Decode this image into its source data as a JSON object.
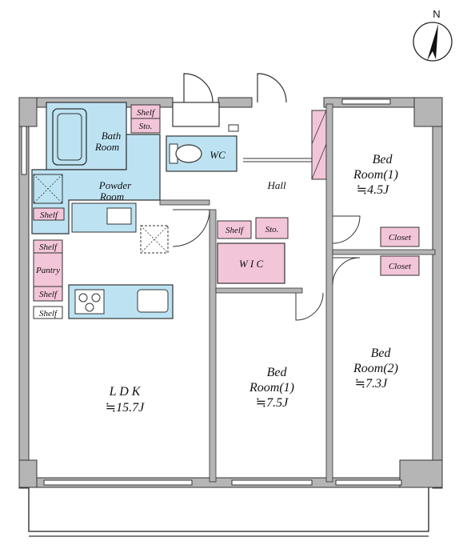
{
  "colors": {
    "wall": "#b5b5b5",
    "wet_area": "#bde3f3",
    "storage": "#f3c5d9",
    "line": "#222222",
    "floor": "#ffffff"
  },
  "compass": {
    "letter": "N"
  },
  "rooms": {
    "bath": {
      "line1": "Bath",
      "line2": "Room"
    },
    "powder": {
      "line1": "Powder",
      "line2": "Room"
    },
    "wc": {
      "label": "WC"
    },
    "hall": {
      "label": "Hall"
    },
    "ldk": {
      "line1": "L D K",
      "line2": "≒15.7J"
    },
    "bed1_left": {
      "line1": "Bed",
      "line2": "Room(1)",
      "line3": "≒7.5J"
    },
    "bed1_right": {
      "line1": "Bed",
      "line2": "Room(1)",
      "line3": "≒4.5J"
    },
    "bed2": {
      "line1": "Bed",
      "line2": "Room(2)",
      "line3": "≒7.3J"
    }
  },
  "storage": {
    "shelf_top": "Shelf",
    "sto_top": "Sto.",
    "shelf_powder": "Shelf",
    "shelf_pantry_top": "Shelf",
    "pantry": "Pantry",
    "shelf_pantry_bottom": "Shelf",
    "shelf_kitchen": "Shelf",
    "shelf_wic": "Shelf",
    "sto_wic": "Sto.",
    "wic": "W I C",
    "closet_upper": "Closet",
    "closet_lower": "Closet"
  }
}
